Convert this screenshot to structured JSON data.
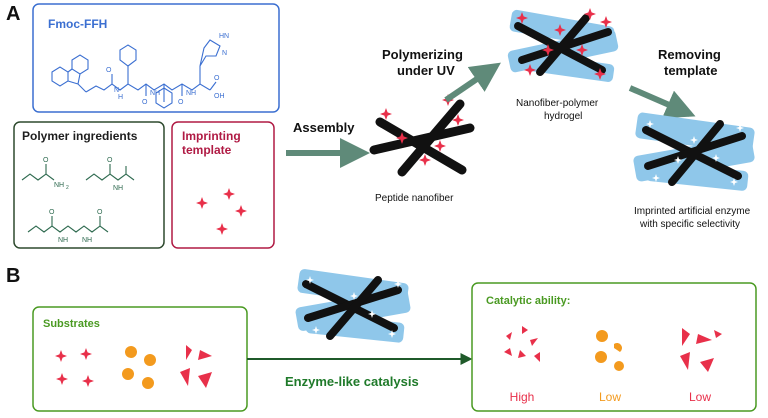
{
  "panel_a": {
    "letter": "A",
    "peptide_label": "Fmoc-FFH",
    "chem_labels": {
      "nh": "NH",
      "n": "N",
      "hn": "HN",
      "h": "H",
      "o": "O",
      "oh": "OH",
      "nh2": "NH",
      "sub2": "2"
    },
    "polymer_title": "Polymer ingredients",
    "template_title_1": "Imprinting",
    "template_title_2": "template",
    "assembly_label": "Assembly",
    "polymerizing_1": "Polymerizing",
    "polymerizing_2": "under UV",
    "removing_1": "Removing",
    "removing_2": "template",
    "peptide_nanofiber": "Peptide nanofiber",
    "hydrogel_1": "Nanofiber-polymer",
    "hydrogel_2": "hydrogel",
    "enzyme_1": "Imprinted artificial enzyme",
    "enzyme_2": "with specific selectivity"
  },
  "panel_b": {
    "letter": "B",
    "substrates_title": "Substrates",
    "catalysis_label": "Enzyme-like catalysis",
    "ability_title": "Catalytic ability:",
    "results": [
      {
        "label": "High",
        "color": "#e8304a"
      },
      {
        "label": "Low",
        "color": "#f39a1e"
      },
      {
        "label": "Low",
        "color": "#e8304a"
      }
    ]
  },
  "colors": {
    "blue": "#3b6fd1",
    "dark_green": "#2e4a2e",
    "crimson": "#b01a44",
    "green": "#4a9a22",
    "arrow": "#5f8a79",
    "star": "#e8304a",
    "orange": "#f39a1e",
    "gel": "#8fc7ea"
  }
}
